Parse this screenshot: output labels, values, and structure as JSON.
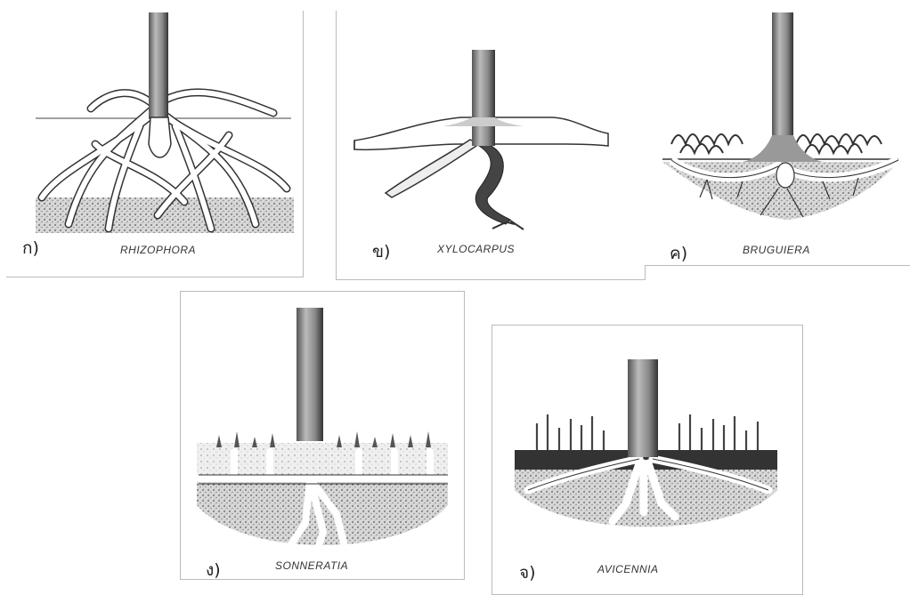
{
  "panels": [
    {
      "label": "ก)",
      "name": "RHIZOPHORA"
    },
    {
      "label": "ข)",
      "name": "XYLOCARPUS"
    },
    {
      "label": "ค)",
      "name": "BRUGUIERA"
    },
    {
      "label": "ง)",
      "name": "SONNERATIA"
    },
    {
      "label": "จ)",
      "name": "AVICENNIA"
    }
  ]
}
